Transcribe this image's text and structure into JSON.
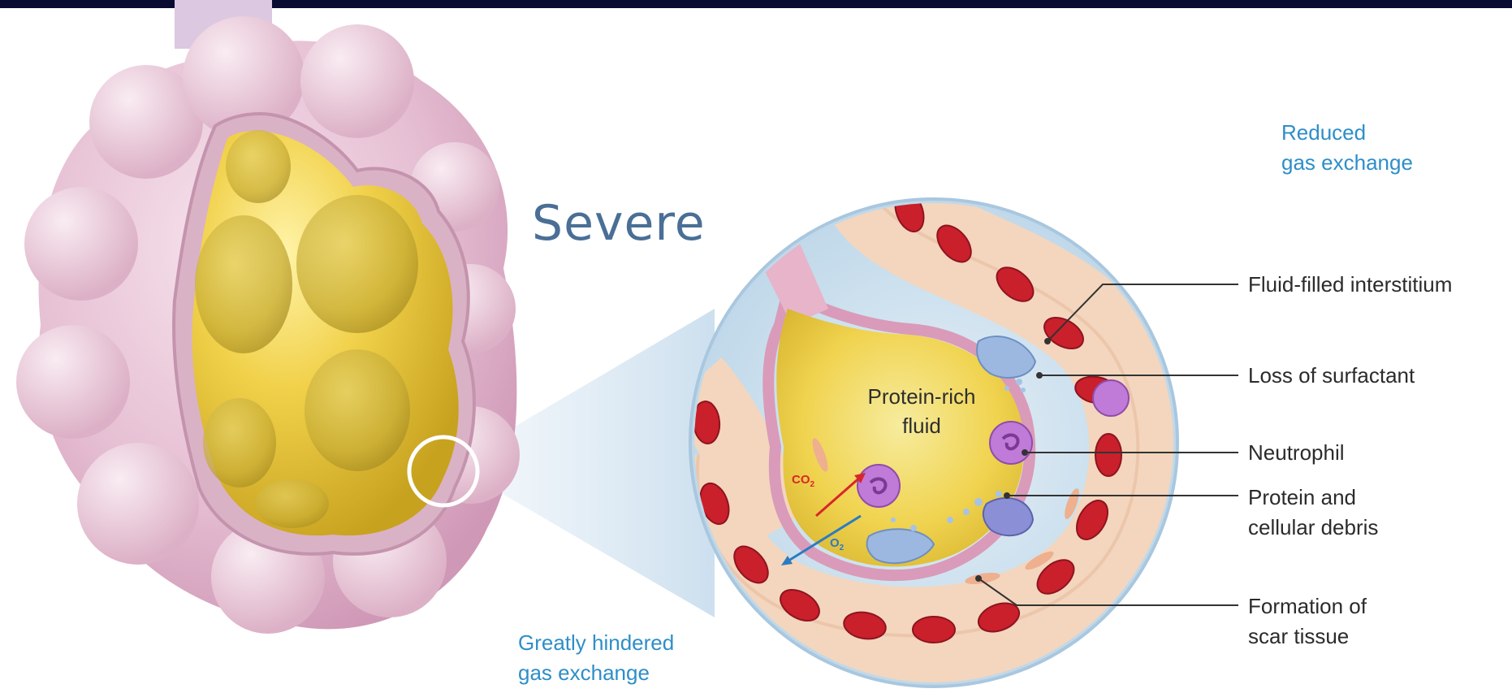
{
  "title": "Severe",
  "notes": {
    "top": [
      "Reduced",
      "gas exchange"
    ],
    "bottom": [
      "Greatly hindered",
      "gas exchange"
    ]
  },
  "inset": {
    "fluid_label": [
      "Protein-rich",
      "fluid"
    ],
    "gases": {
      "co2": {
        "base": "CO",
        "sub": "2"
      },
      "o2": {
        "base": "O",
        "sub": "2"
      }
    }
  },
  "callouts": [
    {
      "lines": [
        "Fluid-filled interstitium"
      ]
    },
    {
      "lines": [
        "Loss of surfactant"
      ]
    },
    {
      "lines": [
        "Neutrophil"
      ]
    },
    {
      "lines": [
        "Protein and",
        "cellular debris"
      ]
    },
    {
      "lines": [
        "Formation of",
        "scar tissue"
      ]
    }
  ],
  "colors": {
    "title": "#4a6f96",
    "note_blue": "#2e8ec8",
    "top_bar": "#0a0b33",
    "alveolus_pink": "#e7c3d6",
    "fluid_yellow": "#efcf3a",
    "inset_bg": "#cfe2ee",
    "tissue": "#f5ddc8",
    "red_cell": "#c9202b",
    "neutrophil": "#c07ad8",
    "surfactant_cell": "#9cb8e0",
    "co2_arrow": "#d9262a",
    "o2_arrow": "#2a7cc2"
  }
}
